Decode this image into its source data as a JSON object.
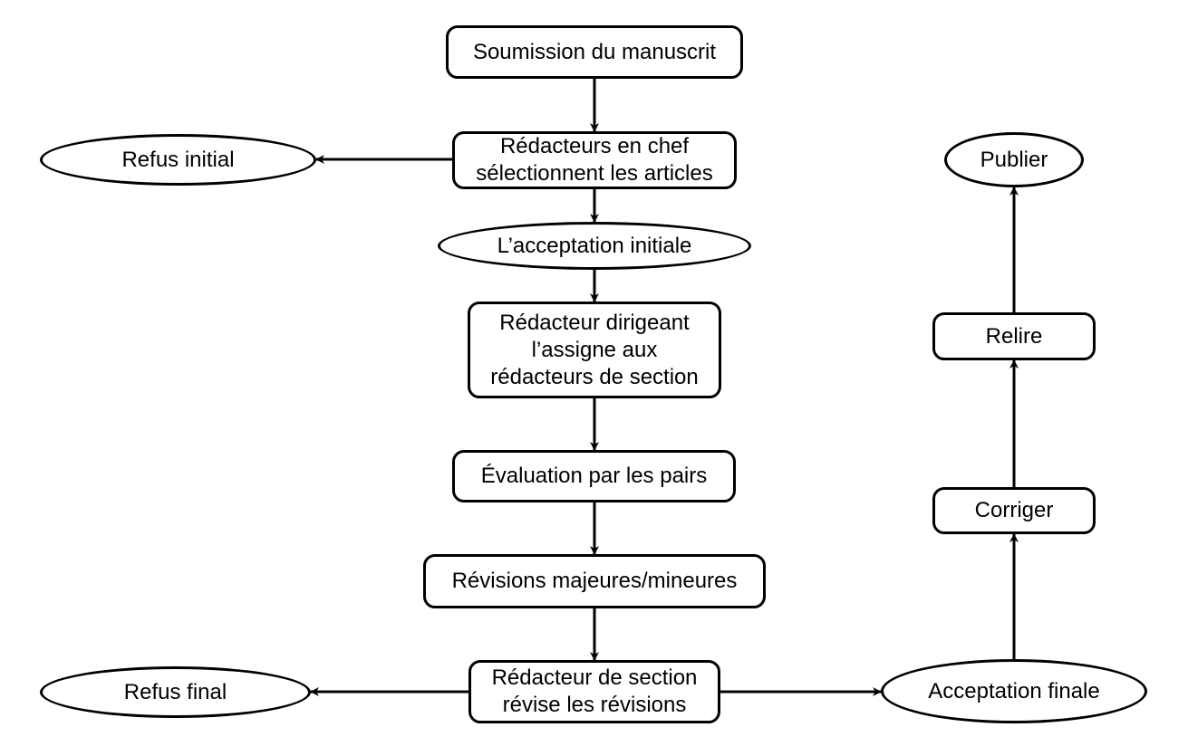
{
  "nodes": {
    "submission": "Soumission du manuscrit",
    "chief_editors_1": "Rédacteurs en chef",
    "chief_editors_2": "sélectionnent les articles",
    "initial_rejection": "Refus initial",
    "initial_acceptance": "L’acceptation initiale",
    "lead_editor_1": "Rédacteur dirigeant",
    "lead_editor_2": "l’assigne aux",
    "lead_editor_3": "rédacteurs de section",
    "peer_review": "Évaluation par les pairs",
    "revisions": "Révisions majeures/mineures",
    "section_editor_1": "Rédacteur de section",
    "section_editor_2": "révise les révisions",
    "final_rejection": "Refus final",
    "final_acceptance": "Acceptation finale",
    "correct": "Corriger",
    "proofread": "Relire",
    "publish": "Publier"
  },
  "colors": {
    "stroke": "#000000",
    "background": "#ffffff"
  }
}
